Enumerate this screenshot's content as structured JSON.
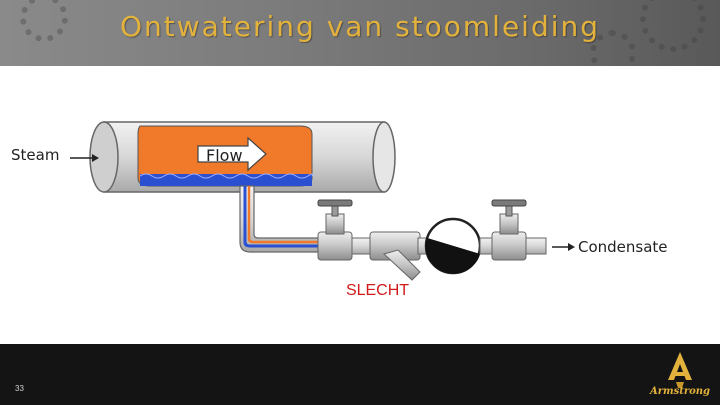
{
  "header": {
    "title": "Ontwatering van stoomleiding"
  },
  "diagram": {
    "steam_label": "Steam",
    "flow_label": "Flow",
    "condensate_label": "Condensate",
    "status_label": "SLECHT"
  },
  "footer": {
    "page_number": "33",
    "logo_text": "Armstrong"
  },
  "colors": {
    "title": "#e3b23c",
    "status": "#d21a1a",
    "steam": "#f07a2a",
    "condensate": "#2a4fd0",
    "brand": "#e3b23c"
  }
}
